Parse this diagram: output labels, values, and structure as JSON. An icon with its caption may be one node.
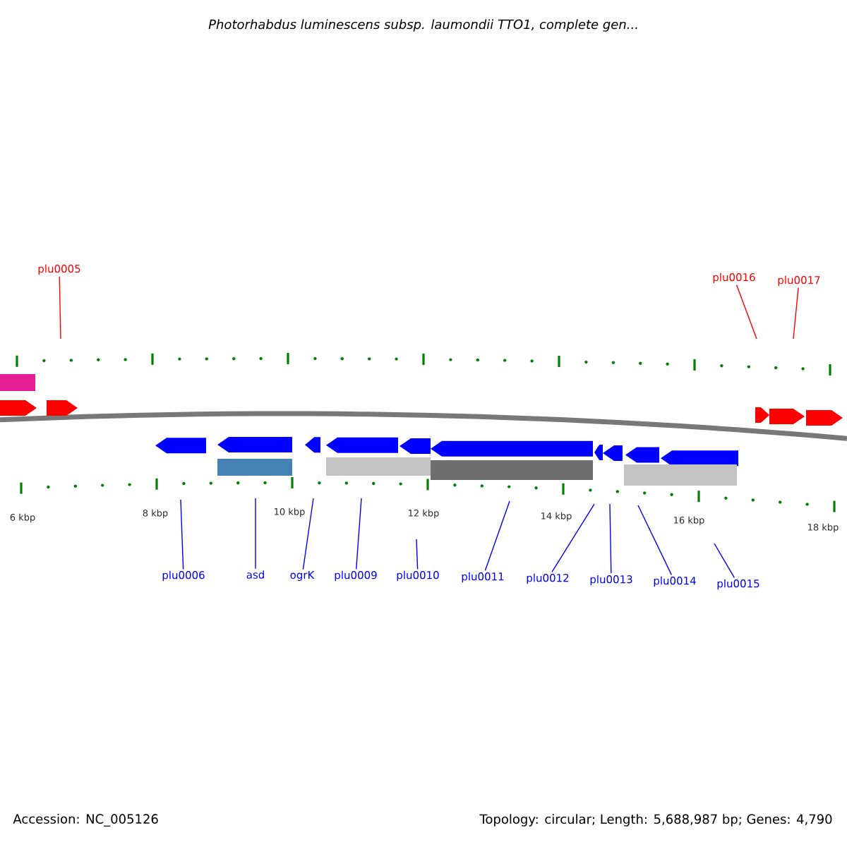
{
  "diagram": {
    "title": "Photorhabdus luminescens subsp. laumondii TTO1, complete gen...",
    "nodes": [
      {
        "text": [
          "plu0005"
        ]
      },
      {
        "text": [
          "plu0016"
        ]
      },
      {
        "text": [
          "plu0017"
        ]
      },
      {
        "text": [
          "plu0006"
        ]
      },
      {
        "text": [
          "asd"
        ]
      },
      {
        "text": [
          "ogrK"
        ]
      },
      {
        "text": [
          "plu0009"
        ]
      },
      {
        "text": [
          "plu0010"
        ]
      },
      {
        "text": [
          "plu0011"
        ]
      },
      {
        "text": [
          "plu0012"
        ]
      },
      {
        "text": [
          "plu0013"
        ]
      },
      {
        "text": [
          "plu0014"
        ]
      },
      {
        "text": [
          "plu0015"
        ]
      }
    ],
    "edges": [
      {
        "from": 0,
        "to": null,
        "arrow": "none",
        "color": "#ff0000"
      },
      {
        "from": 1,
        "to": null,
        "arrow": "none",
        "color": "#ff0000"
      },
      {
        "from": 2,
        "to": null,
        "arrow": "none",
        "color": "#ff0000"
      },
      {
        "from": 3,
        "to": null,
        "arrow": "none"
      },
      {
        "from": 4,
        "to": null,
        "arrow": "none"
      },
      {
        "from": 5,
        "to": null,
        "arrow": "none"
      },
      {
        "from": 6,
        "to": null,
        "arrow": "none"
      },
      {
        "from": 7,
        "to": null,
        "arrow": "none"
      },
      {
        "from": 8,
        "to": null,
        "arrow": "none"
      },
      {
        "from": 9,
        "to": null,
        "arrow": "none"
      },
      {
        "from": 10,
        "to": null,
        "arrow": "none"
      },
      {
        "from": 11,
        "to": null,
        "arrow": "none"
      },
      {
        "from": 12,
        "to": null,
        "arrow": "none"
      }
    ],
    "labels": [
      "6 kbp",
      "8 kbp",
      "10 kbp",
      "12 kbp",
      "14 kbp",
      "16 kbp",
      "18 kbp",
      "Accession: NC_005126",
      "Topology: circular; Length: 5,688,987 bp; Genes: 4,790"
    ]
  }
}
